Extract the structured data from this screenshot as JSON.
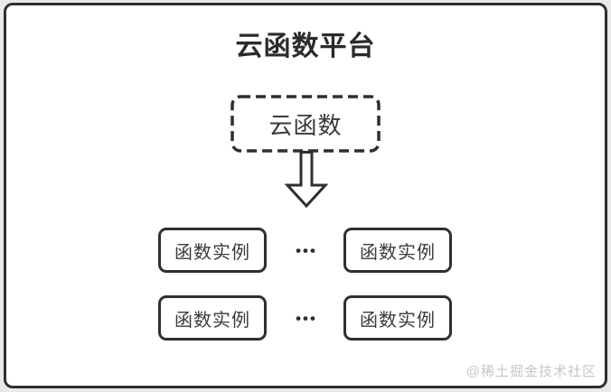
{
  "diagram": {
    "title": "云函数平台",
    "cloud_function": {
      "label": "云函数"
    },
    "rows": [
      {
        "instances": [
          {
            "label": "函数实例"
          },
          {
            "label": "函数实例"
          }
        ],
        "separator": "•••"
      },
      {
        "instances": [
          {
            "label": "函数实例"
          },
          {
            "label": "函数实例"
          }
        ],
        "separator": "•••"
      }
    ]
  },
  "icons": {
    "arrow": "down-arrow-icon"
  },
  "colors": {
    "outer_background": "#e9e9e9",
    "canvas_background": "#ffffff",
    "line": "#2f2f2f",
    "text": "#3a3a3a",
    "title_text": "#2b2b2b",
    "watermark_text": "#c6c6c6"
  },
  "watermark": "@稀土掘金技术社区"
}
